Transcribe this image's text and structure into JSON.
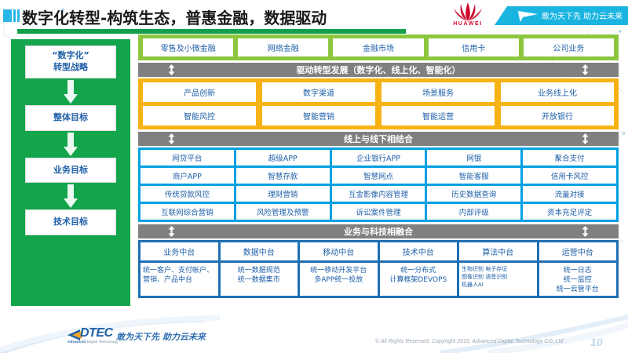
{
  "header": {
    "title": "数字化转型-构筑生态，普惠金融，数据驱动",
    "brand_icon": "bar-chart-icon",
    "huawei_wordmark": "HUAWEI",
    "slogan": "敢为天下先 助力云未来"
  },
  "sidebar": {
    "items": [
      {
        "label": "“数字化”\n转型战略"
      },
      {
        "label": "整体目标"
      },
      {
        "label": "业务目标"
      },
      {
        "label": "技术目标"
      }
    ]
  },
  "business_lines": {
    "items": [
      "零售及小微金融",
      "网络金融",
      "金融市场",
      "信用卡",
      "公司业务"
    ]
  },
  "dividers": {
    "drive": "驱动转型发展（数字化、线上化、智能化）",
    "online_offline": "线上与线下相结合",
    "fusion": "业务与科技相融合"
  },
  "orange_section": {
    "rows": [
      [
        "产品创新",
        "数字渠道",
        "场景服务",
        "业务线上化"
      ],
      [
        "智能风控",
        "智能营销",
        "智能运营",
        "开放银行"
      ]
    ]
  },
  "blue_section": {
    "rows": [
      [
        "网贷平台",
        "超级APP",
        "企业银行APP",
        "网银",
        "聚合支付"
      ],
      [
        "商户APP",
        "智慧存款",
        "智慧网点",
        "智能客服",
        "信用卡风控"
      ],
      [
        "传统贷款风控",
        "理财营销",
        "互金影像内容管理",
        "历史数据查询",
        "流量对接"
      ],
      [
        "互联网综合营销",
        "风险管理及预警",
        "诉讼案件管理",
        "内部评级",
        "资本充足评定"
      ]
    ]
  },
  "platform_section": {
    "columns": [
      {
        "head": "业务中台",
        "body": "统一客户、支付帐户、营销、产品中台",
        "align": "left"
      },
      {
        "head": "数据中台",
        "body": "统一数据规范\n统一数据集市",
        "align": "center"
      },
      {
        "head": "移动中台",
        "body": "统一移动开发平台\n多APP统一投放",
        "align": "center"
      },
      {
        "head": "技术中台",
        "body": "统一分布式\n计算框架DEVOPS",
        "align": "center"
      },
      {
        "head": "算法中台",
        "body": "生物识别 电子存证\n图像识别 语音识别\n机器人AI",
        "align": "small"
      },
      {
        "head": "运营中台",
        "body": "统一日志\n统一监控\n统一云管平台",
        "align": "center"
      }
    ]
  },
  "footer": {
    "logo_word": "DTEC",
    "logo_sub_bold": "Advanced",
    "logo_sub_rest": " Digital Technology",
    "slogan": "敢为天下先   助力云未来",
    "copyright": "© All Rights Reserved. Copyright 2019, Advanced Digital Technology CO.,Ltd",
    "page_number": "10"
  },
  "colors": {
    "green_sidebar": "#13a54c",
    "green_row": "#8cc63e",
    "green_underline": "#14a04a",
    "orange": "#f7b213",
    "blue": "#00a0e3",
    "dark_blue": "#1f6fb5",
    "gray_bar": "#808080",
    "text_blue": "#1f5fa8",
    "huawei_red": "#cf0a2c",
    "banner_cyan": "#1ab4e0"
  }
}
